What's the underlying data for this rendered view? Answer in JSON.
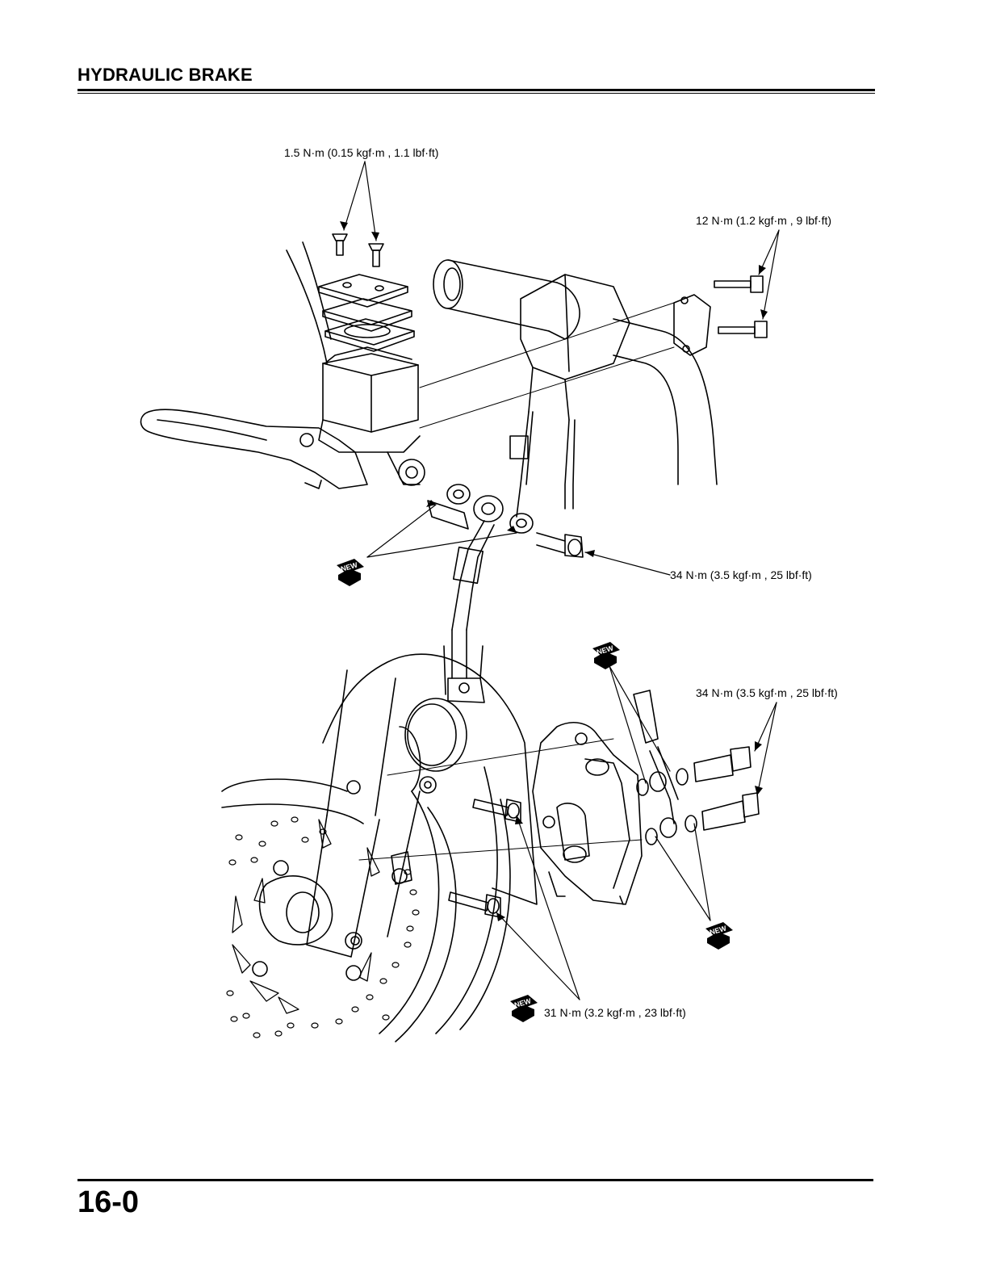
{
  "header": {
    "section_title": "HYDRAULIC BRAKE"
  },
  "footer": {
    "page_number": "16-0"
  },
  "torque_callouts": {
    "reservoir_cover_screws": "1.5 N·m (0.15 kgf·m , 1.1 lbf·ft)",
    "master_cylinder_holder_bolts": "12 N·m (1.2 kgf·m , 9 lbf·ft)",
    "master_cylinder_oil_bolt": "34 N·m (3.5 kgf·m , 25 lbf·ft)",
    "caliper_oil_bolts": "34 N·m (3.5 kgf·m , 25 lbf·ft)",
    "caliper_mounting_bolts": "31 N·m (3.2 kgf·m , 23 lbf·ft)"
  },
  "new_part_badge": "NEW"
}
